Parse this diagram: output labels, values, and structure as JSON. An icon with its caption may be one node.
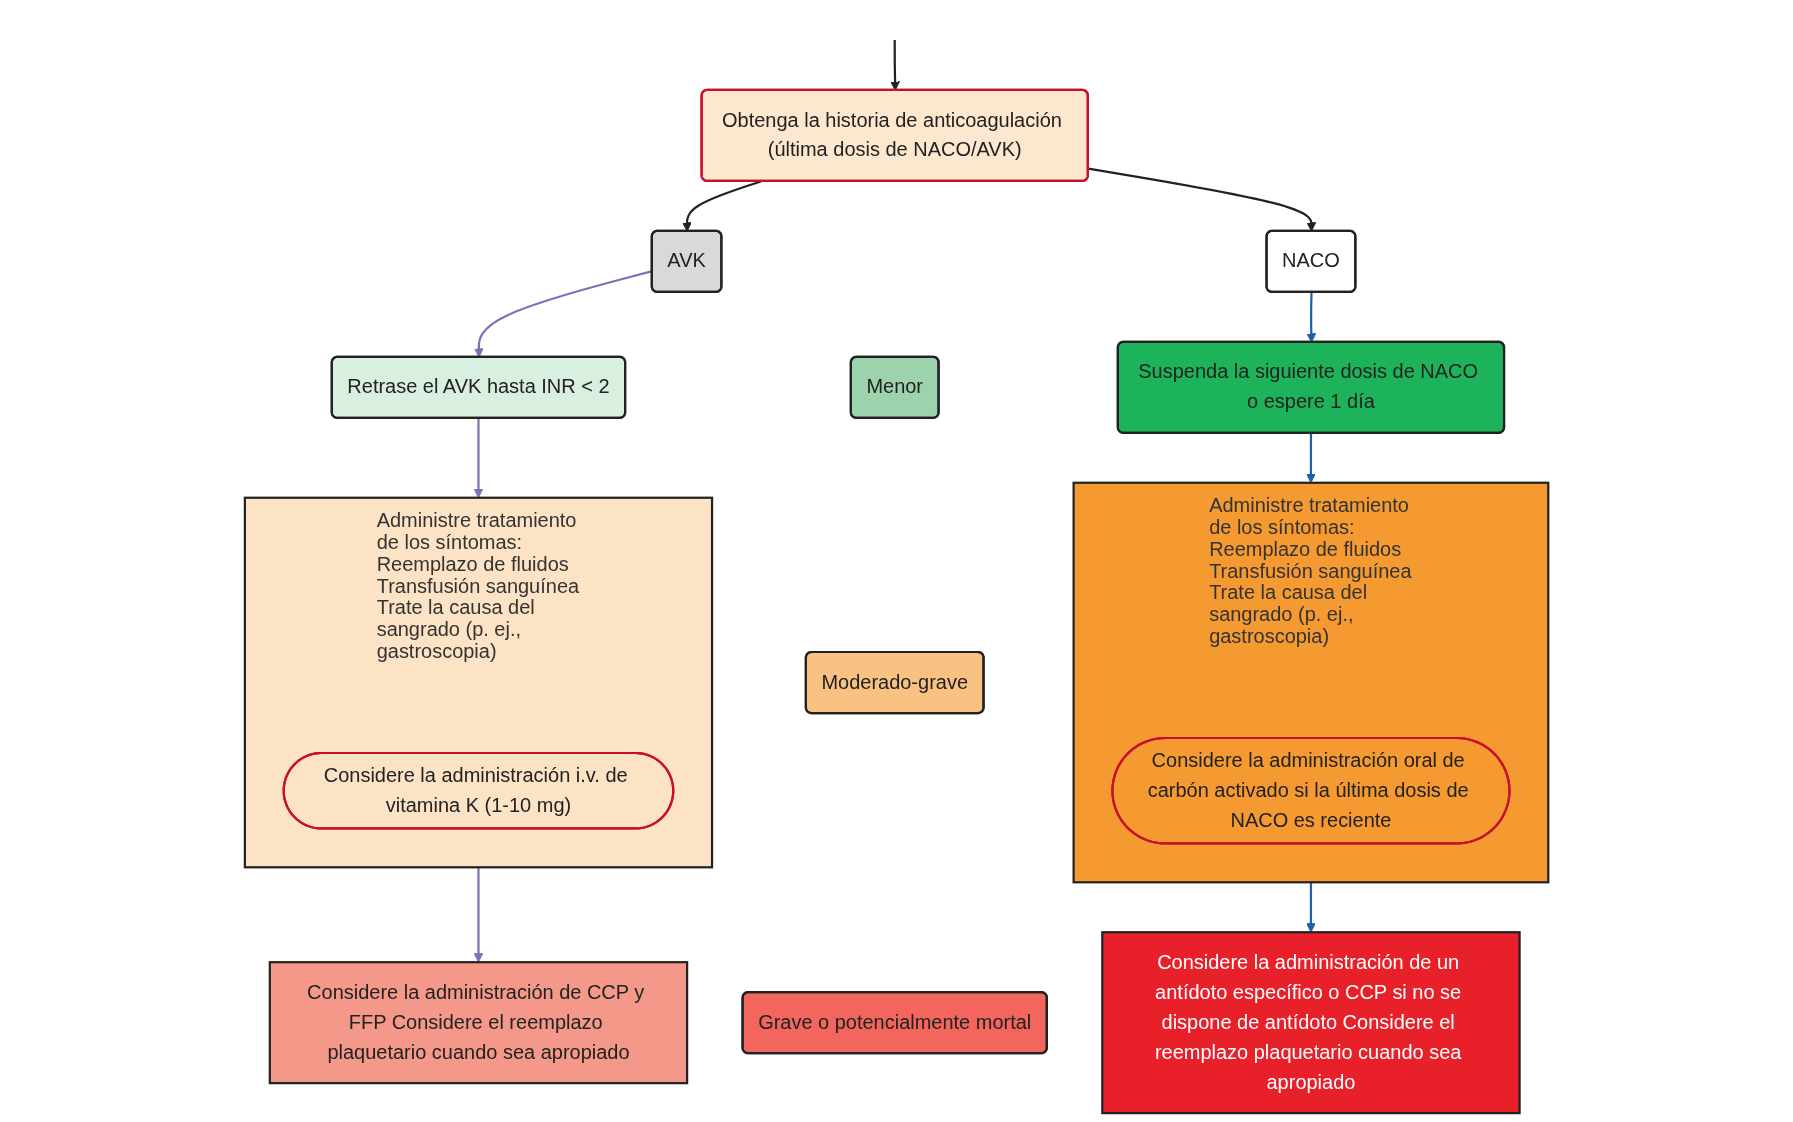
{
  "diagram": {
    "nodes": [
      {
        "text": [
          "Obtenga la historia de anticoagulación (última dosis de NACO/AVK)"
        ]
      },
      {
        "text": [
          "AVK"
        ]
      },
      {
        "text": [
          "NACO"
        ]
      },
      {
        "text": [
          "Retrase el AVK hasta INR < 2"
        ]
      },
      {
        "text": [
          "Menor"
        ]
      },
      {
        "text": [
          "Suspenda la siguiente dosis de NACO o espere 1 día"
        ]
      },
      {
        "text": [
          "Administre tratamiento de los síntomas: Reemplazo de fluidos Transfusión sanguínea Trate la causa del sangrado (p. ej., gastroscopia)"
        ]
      },
      {
        "text": [
          "Considere la administración i.v. de vitamina K (1-10 mg)"
        ],
        "in": 6
      },
      {
        "text": [
          "Moderado-grave"
        ]
      },
      {
        "text": [
          "Administre tratamiento de los síntomas: Reemplazo de fluidos Transfusión sanguínea Trate la causa del sangrado (p. ej., gastroscopia)"
        ]
      },
      {
        "text": [
          "Considere la administración oral de carbón activado si la última dosis de NACO es reciente"
        ],
        "in": 9
      },
      {
        "text": [
          "Considere la administración de CCP y FFP Considere el reemplazo plaquetario cuando sea apropiado"
        ]
      },
      {
        "text": [
          "Grave o potencialmente mortal"
        ]
      },
      {
        "text": [
          "Considere la administración de un antídoto específico o CCP si no se dispone de antídoto Considere el reemplazo plaquetario cuando sea apropiado"
        ]
      }
    ],
    "edges": [
      {
        "from": null,
        "to": 0,
        "arrow": "to",
        "color": "#222222"
      },
      {
        "from": 0,
        "to": 1,
        "arrow": "to",
        "color": "#222222"
      },
      {
        "from": 0,
        "to": 2,
        "arrow": "to",
        "color": "#222222"
      },
      {
        "from": 1,
        "to": 3,
        "arrow": "to",
        "color": "#7f70b5"
      },
      {
        "from": 3,
        "to": 6,
        "arrow": "to",
        "color": "#7f70b5"
      },
      {
        "from": 6,
        "to": 11,
        "arrow": "to",
        "color": "#7f70b5"
      },
      {
        "from": 2,
        "to": 5,
        "arrow": "to",
        "color": "#1f5fa8"
      },
      {
        "from": 5,
        "to": 9,
        "arrow": "to",
        "color": "#1f5fa8"
      },
      {
        "from": 9,
        "to": 13,
        "arrow": "to",
        "color": "#1f5fa8"
      }
    ]
  }
}
